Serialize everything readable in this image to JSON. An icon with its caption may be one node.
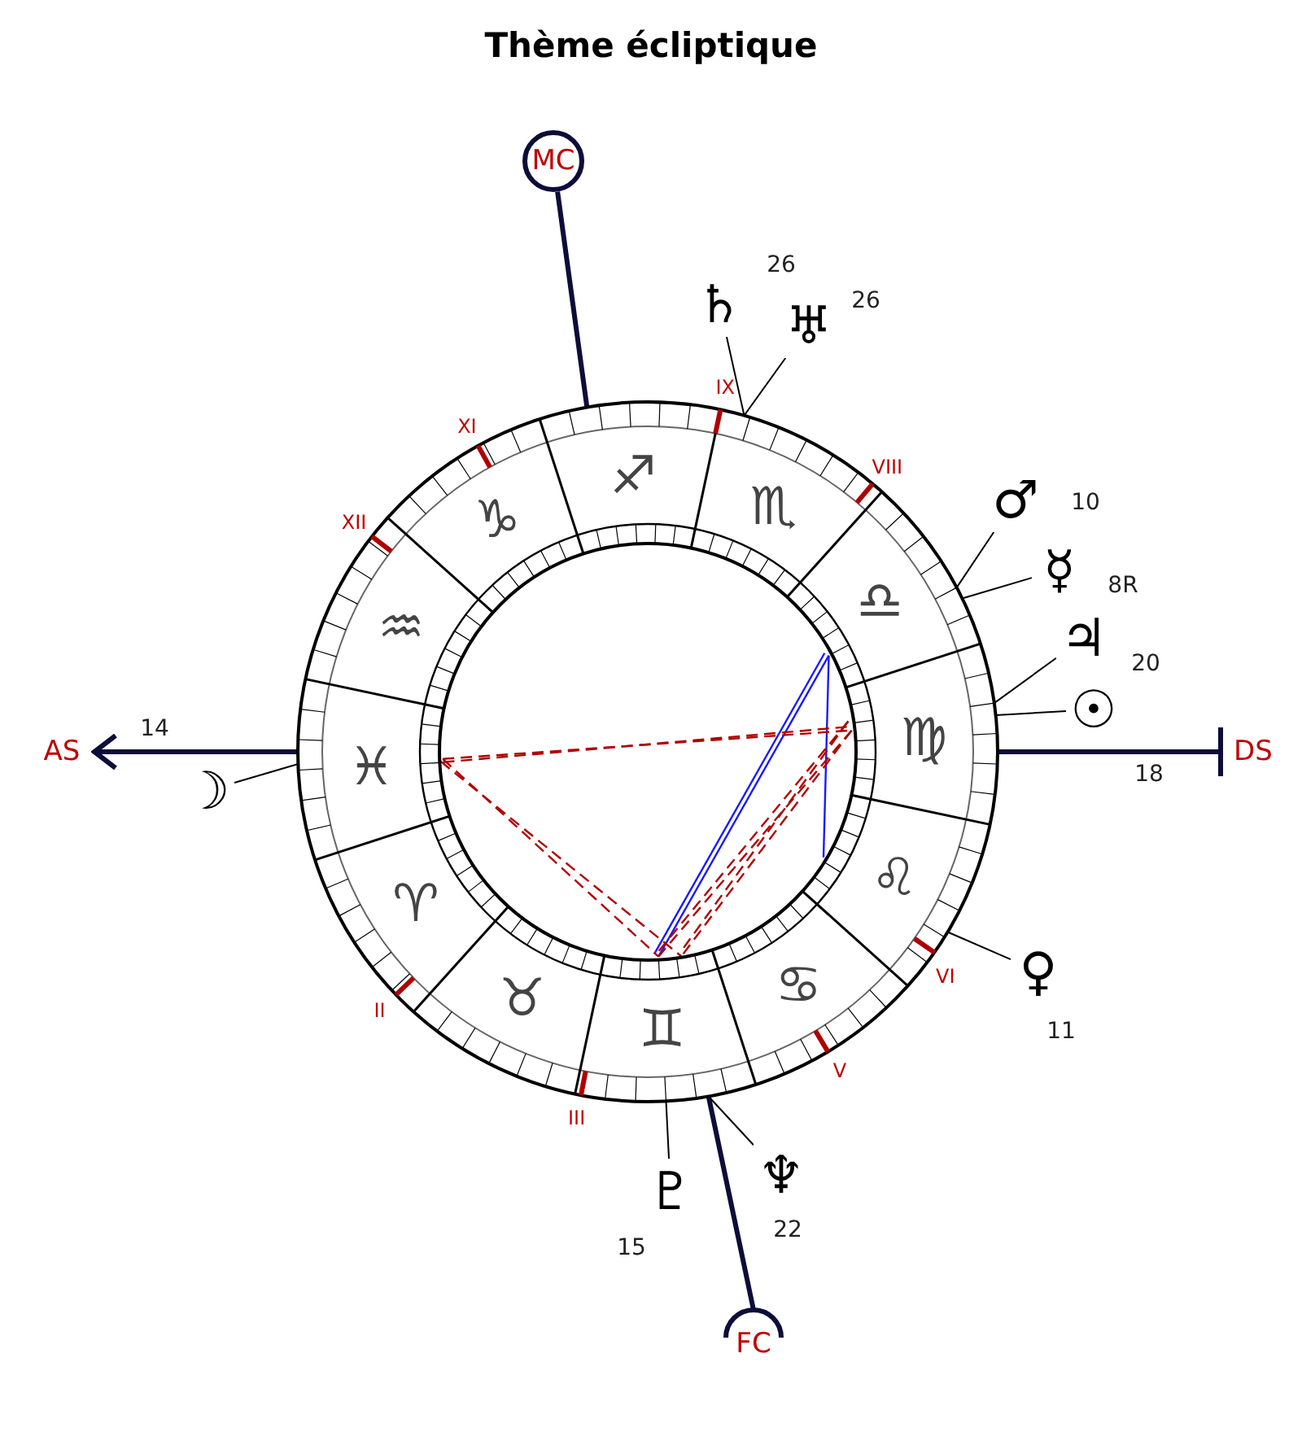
{
  "diagram": {
    "title": "Thème écliptique",
    "nodes": [
      {
        "text": [],
        "shape": "circle"
      },
      {
        "text": [
          "MC"
        ]
      },
      {
        "text": [
          "AS"
        ]
      },
      {
        "text": [
          "DS"
        ]
      },
      {
        "text": [
          "FC"
        ]
      },
      {
        "text": [
          "♄"
        ],
        "beside": [
          "26"
        ]
      },
      {
        "text": [
          "♅"
        ],
        "beside": [
          "26"
        ]
      },
      {
        "text": [
          "♂"
        ],
        "beside": [
          "10"
        ]
      },
      {
        "text": [
          "☿"
        ],
        "beside": [
          "8R"
        ]
      },
      {
        "text": [
          "♃"
        ],
        "beside": [
          "20"
        ]
      },
      {
        "text": [
          "☉"
        ],
        "beside": [
          "18"
        ]
      },
      {
        "text": [
          "☽"
        ],
        "beside": [
          "14"
        ]
      },
      {
        "text": [
          "♀"
        ],
        "beside": [
          "11"
        ]
      },
      {
        "text": [
          "♇"
        ],
        "beside": [
          "15"
        ]
      },
      {
        "text": [
          "♆"
        ],
        "beside": [
          "22"
        ]
      }
    ],
    "edges": [
      {
        "from": 0,
        "to": 1,
        "arrow": "none",
        "style": "thick",
        "color": "#0d0d3a"
      },
      {
        "from": 0,
        "to": 2,
        "arrow": "to",
        "style": "thick",
        "color": "#0d0d3a"
      },
      {
        "from": 0,
        "to": 3,
        "arrow": "other",
        "style": "thick",
        "color": "#0d0d3a"
      },
      {
        "from": 0,
        "to": 4,
        "arrow": "none",
        "style": "thick",
        "color": "#0d0d3a"
      },
      {
        "from": 5,
        "to": 0,
        "arrow": "none"
      },
      {
        "from": 6,
        "to": 0,
        "arrow": "none"
      },
      {
        "from": 7,
        "to": 0,
        "arrow": "none"
      },
      {
        "from": 8,
        "to": 0,
        "arrow": "none"
      },
      {
        "from": 9,
        "to": 0,
        "arrow": "none"
      },
      {
        "from": 10,
        "to": 0,
        "arrow": "none"
      },
      {
        "from": 11,
        "to": 0,
        "arrow": "none"
      },
      {
        "from": 12,
        "to": 0,
        "arrow": "none"
      },
      {
        "from": 13,
        "to": 0,
        "arrow": "none"
      },
      {
        "from": 14,
        "to": 0,
        "arrow": "none"
      }
    ],
    "labels": [
      "IX",
      "XI",
      "♐",
      "♏",
      "VIII",
      "XII",
      "♑",
      "♎",
      "♒",
      "♍",
      "♓",
      "♈",
      "♌",
      "VI",
      "II",
      "♉",
      "♊",
      "♋",
      "V",
      "III"
    ]
  }
}
